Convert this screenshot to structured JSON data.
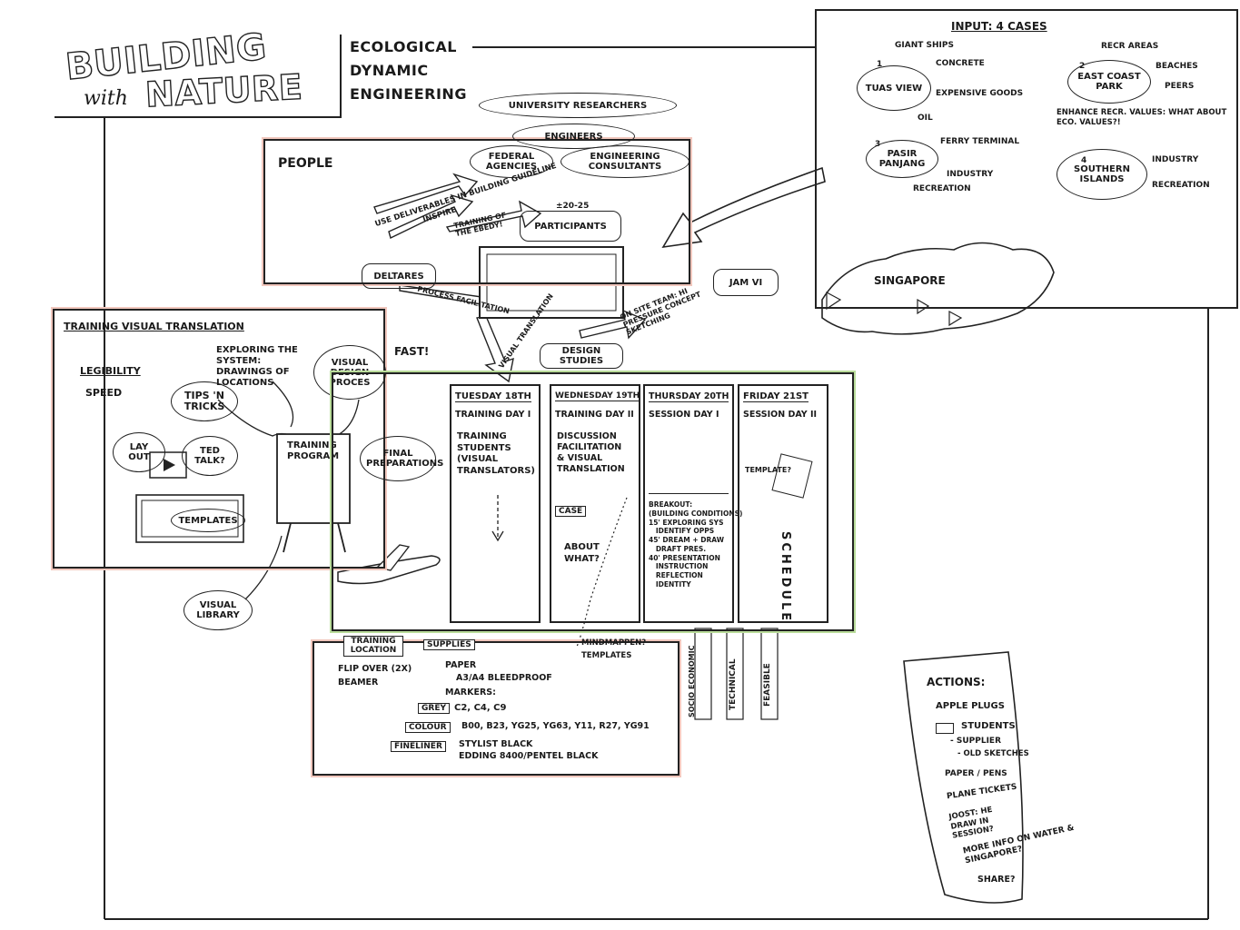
{
  "logo": {
    "line1": "BUILDING",
    "line2a": "with",
    "line2b": "NATURE"
  },
  "header_lines": [
    "ECOLOGICAL",
    "DYNAMIC",
    "ENGINEERING"
  ],
  "people": {
    "title": "PEOPLE",
    "stakeholders": [
      "UNIVERSITY RESEARCHERS",
      "ENGINEERS",
      "FEDERAL AGENCIES",
      "ENGINEERING CONSULTANTS"
    ],
    "arrows": [
      "USE DELIVERABLES IN BUILDING GUIDELINE",
      "INSPIRE",
      "TRAINING OF THE EBEDY!"
    ],
    "groups": {
      "deltares": "DELTARES",
      "participants": "PARTICIPANTS",
      "participants_count": "±20-25",
      "jam": "JAM VI",
      "design_studies": "DESIGN STUDIES"
    },
    "flow": [
      "PROCESS FACILITATION",
      "VISUAL TRANSLATION",
      "ON SITE TEAM: HI PRESSURE CONCEPT SKETCHING"
    ]
  },
  "input": {
    "title": "INPUT: 4 CASES",
    "cases": [
      {
        "num": "1",
        "name": "TUAS VIEW",
        "notes": [
          "GIANT SHIPS",
          "CONCRETE",
          "EXPENSIVE GOODS",
          "OIL"
        ]
      },
      {
        "num": "2",
        "name": "EAST COAST PARK",
        "notes": [
          "RECR AREAS",
          "BEACHES",
          "PEERS",
          "ENHANCE RECR. VALUES: WHAT ABOUT ECO. VALUES?!"
        ]
      },
      {
        "num": "3",
        "name": "PASIR PANJANG",
        "notes": [
          "FERRY TERMINAL",
          "INDUSTRY",
          "RECREATION"
        ]
      },
      {
        "num": "4",
        "name": "SOUTHERN ISLANDS",
        "notes": [
          "INDUSTRY",
          "RECREATION"
        ]
      }
    ],
    "map_label": "SINGAPORE"
  },
  "training": {
    "title": "TRAINING VISUAL TRANSLATION",
    "nodes": [
      "LEGIBILITY",
      "SPEED",
      "TIPS 'N TRICKS",
      "EXPLORING THE SYSTEM: DRAWINGS OF LOCATIONS",
      "VISUAL DESIGN PROCES",
      "FAST!",
      "LAY OUT",
      "TED TALK?",
      "TEMPLATES",
      "TRAINING PROGRAM",
      "FINAL PREPARATIONS",
      "VISUAL LIBRARY"
    ]
  },
  "schedule": {
    "label": "SCHEDULE",
    "days": [
      {
        "day": "TUESDAY 18TH",
        "type": "TRAINING DAY I",
        "body": "TRAINING\nSTUDENTS\n(VISUAL\nTRANSLATORS)"
      },
      {
        "day": "WEDNESDAY 19TH",
        "type": "TRAINING DAY II",
        "body": "DISCUSSION\nFACILITATION\n& VISUAL\nTRANSLATION",
        "case": "CASE",
        "about": "ABOUT\nWHAT?"
      },
      {
        "day": "THURSDAY 20TH",
        "type": "SESSION DAY I",
        "breakout": "BREAKOUT:\n(BUILDING CONDITIONS)\n15' EXPLORING SYS\n   IDENTIFY OPPS\n45' DREAM + DRAW\n   DRAFT PRES.\n40' PRESENTATION\n   INSTRUCTION\n   REFLECTION\n   IDENTITY"
      },
      {
        "day": "FRIDAY 21ST",
        "type": "SESSION DAY II",
        "body": "TEMPLATE?"
      }
    ],
    "pillars": [
      "SOCIO ECONOMIC",
      "TECHNICAL",
      "FEASIBLE"
    ]
  },
  "supplies": {
    "location_label": "TRAINING LOCATION",
    "location_items": [
      "FLIP OVER (2X)",
      "BEAMER"
    ],
    "supplies_label": "SUPPLIES",
    "paper": "PAPER",
    "paper_detail": "A3/A4 BLEEDPROOF",
    "markers": "MARKERS:",
    "grey_label": "GREY",
    "grey": "C2, C4, C9",
    "colour_label": "COLOUR",
    "colour": "B00, B23, YG25, YG63, Y11, R27, YG91",
    "fineliner_label": "FINELINER",
    "fineliner": [
      "STYLIST BLACK",
      "EDDING 8400/PENTEL BLACK"
    ],
    "side_notes": [
      "MINDMAPPEN?",
      "TEMPLATES"
    ]
  },
  "actions": {
    "title": "ACTIONS:",
    "items": [
      "APPLE PLUGS",
      "STUDENTS",
      "- SUPPLIER",
      "- OLD SKETCHES",
      "PAPER / PENS",
      "PLANE TICKETS",
      "JOOST: HE DRAW IN SESSION?",
      "MORE INFO ON WATER & SINGAPORE?",
      "SHARE?"
    ]
  },
  "colors": {
    "ink": "#1a1a1a",
    "red_frame": "#f1c7bd",
    "green_frame": "#b9dc9a"
  }
}
